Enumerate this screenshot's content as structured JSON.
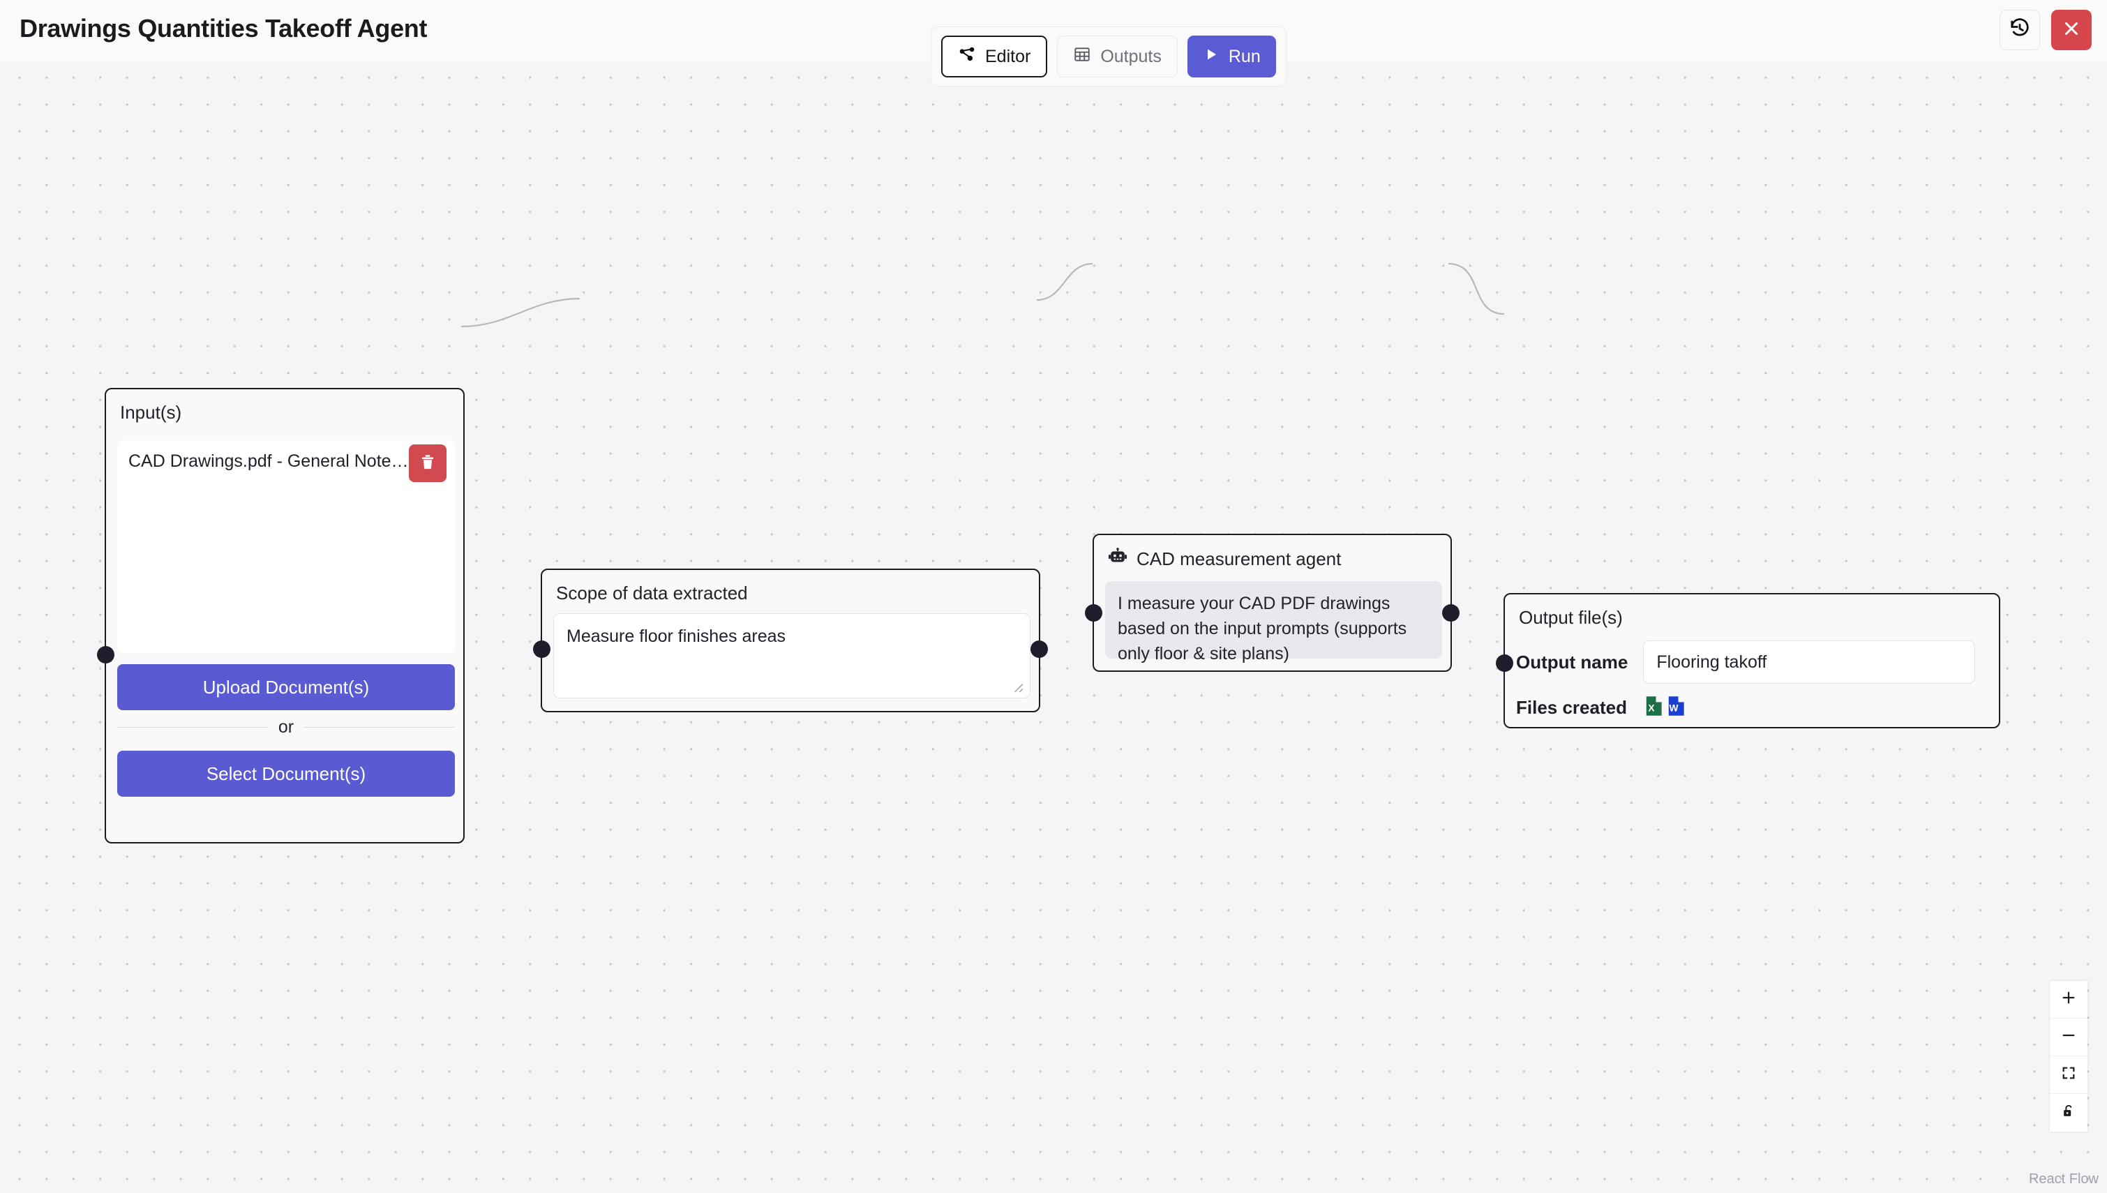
{
  "header": {
    "title": "Drawings Quantities Takeoff Agent",
    "history_icon": "history-icon",
    "close_icon": "close-icon"
  },
  "toolbar": {
    "editor_label": "Editor",
    "editor_icon": "workflow-icon",
    "outputs_label": "Outputs",
    "outputs_icon": "grid-table-icon",
    "run_label": "Run",
    "run_icon": "play-icon",
    "active_tab": "Editor"
  },
  "colors": {
    "primary": "#5b5bd6",
    "danger": "#d6474d",
    "handle": "#1d1d2c",
    "canvas": "#f4f5f7",
    "node_border": "#1b1b20",
    "excel_green": "#1d7044",
    "word_blue": "#1b3fd0"
  },
  "nodes": {
    "inputs": {
      "title": "Input(s)",
      "files": [
        {
          "name": "CAD Drawings.pdf - General Note…",
          "delete_icon": "trash-icon"
        }
      ],
      "upload_label": "Upload Document(s)",
      "divider_label": "or",
      "select_label": "Select Document(s)"
    },
    "scope": {
      "title": "Scope of data extracted",
      "value": "Measure floor finishes areas",
      "placeholder": ""
    },
    "agent": {
      "title": "CAD measurement agent",
      "icon": "robot-icon",
      "description": "I measure your CAD PDF drawings based on the input prompts (supports only floor & site plans)"
    },
    "output": {
      "title": "Output file(s)",
      "name_label": "Output name",
      "name_value": "Flooring takoff",
      "files_label": "Files created",
      "file_types": [
        {
          "icon": "excel-file-icon",
          "letter": "X"
        },
        {
          "icon": "word-file-icon",
          "letter": "W"
        }
      ]
    }
  },
  "controls": {
    "zoom_in": "plus-icon",
    "zoom_out": "minus-icon",
    "fit_view": "fit-view-icon",
    "lock": "unlock-icon",
    "attribution": "React Flow"
  }
}
